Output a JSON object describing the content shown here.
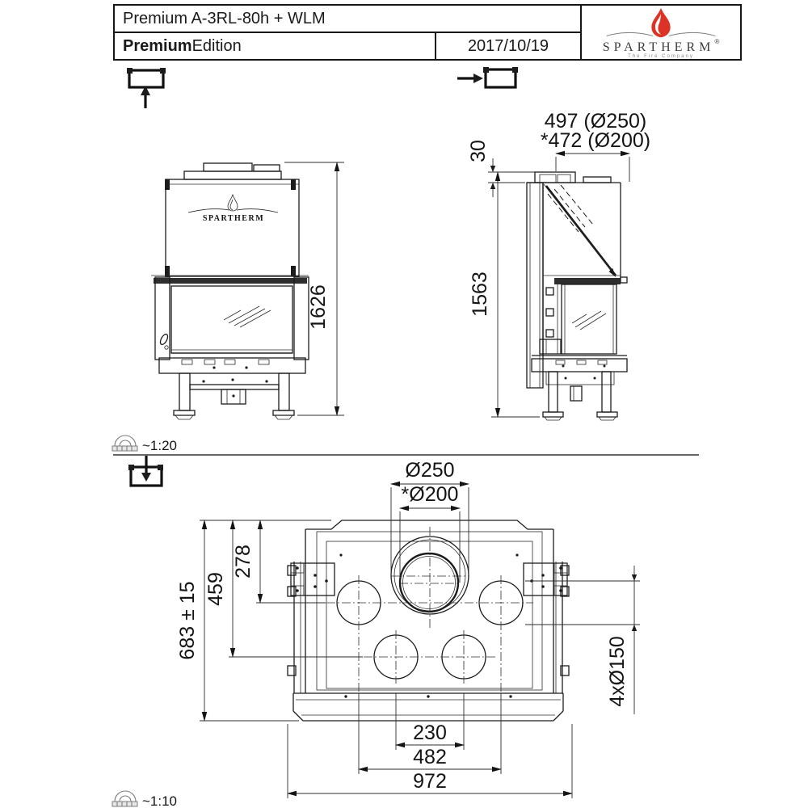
{
  "title_block": {
    "model": "Premium A-3RL-80h + WLM",
    "edition_bold": "Premium",
    "edition_regular": "Edition",
    "date": "2017/10/19",
    "brand": "SPARTHERM",
    "brand_reg": "®",
    "brand_tagline": "The Fire Company"
  },
  "view_scales": {
    "elevation": "~1:20",
    "plan": "~1:10"
  },
  "front_view": {
    "logo_text": "SPARTHERM",
    "dim_overall_height": "1626"
  },
  "side_view": {
    "dim_collar_height": "30",
    "dim_body_height": "1563",
    "dim_depth_flue_outer": "497 (Ø250)",
    "dim_depth_flue_inner": "*472 (Ø200)"
  },
  "plan_view": {
    "dim_flue_outer": "Ø250",
    "dim_flue_inner": "*Ø200",
    "dim_front_to_row1": "278",
    "dim_front_to_row2": "459",
    "dim_depth_total": "683 ± 15",
    "dim_convection_holes": "4xØ150",
    "dim_width_inner": "230",
    "dim_width_mid": "482",
    "dim_width_total": "972"
  },
  "colors": {
    "flame_red": "#dd3327",
    "line": "#1c1c1c"
  }
}
